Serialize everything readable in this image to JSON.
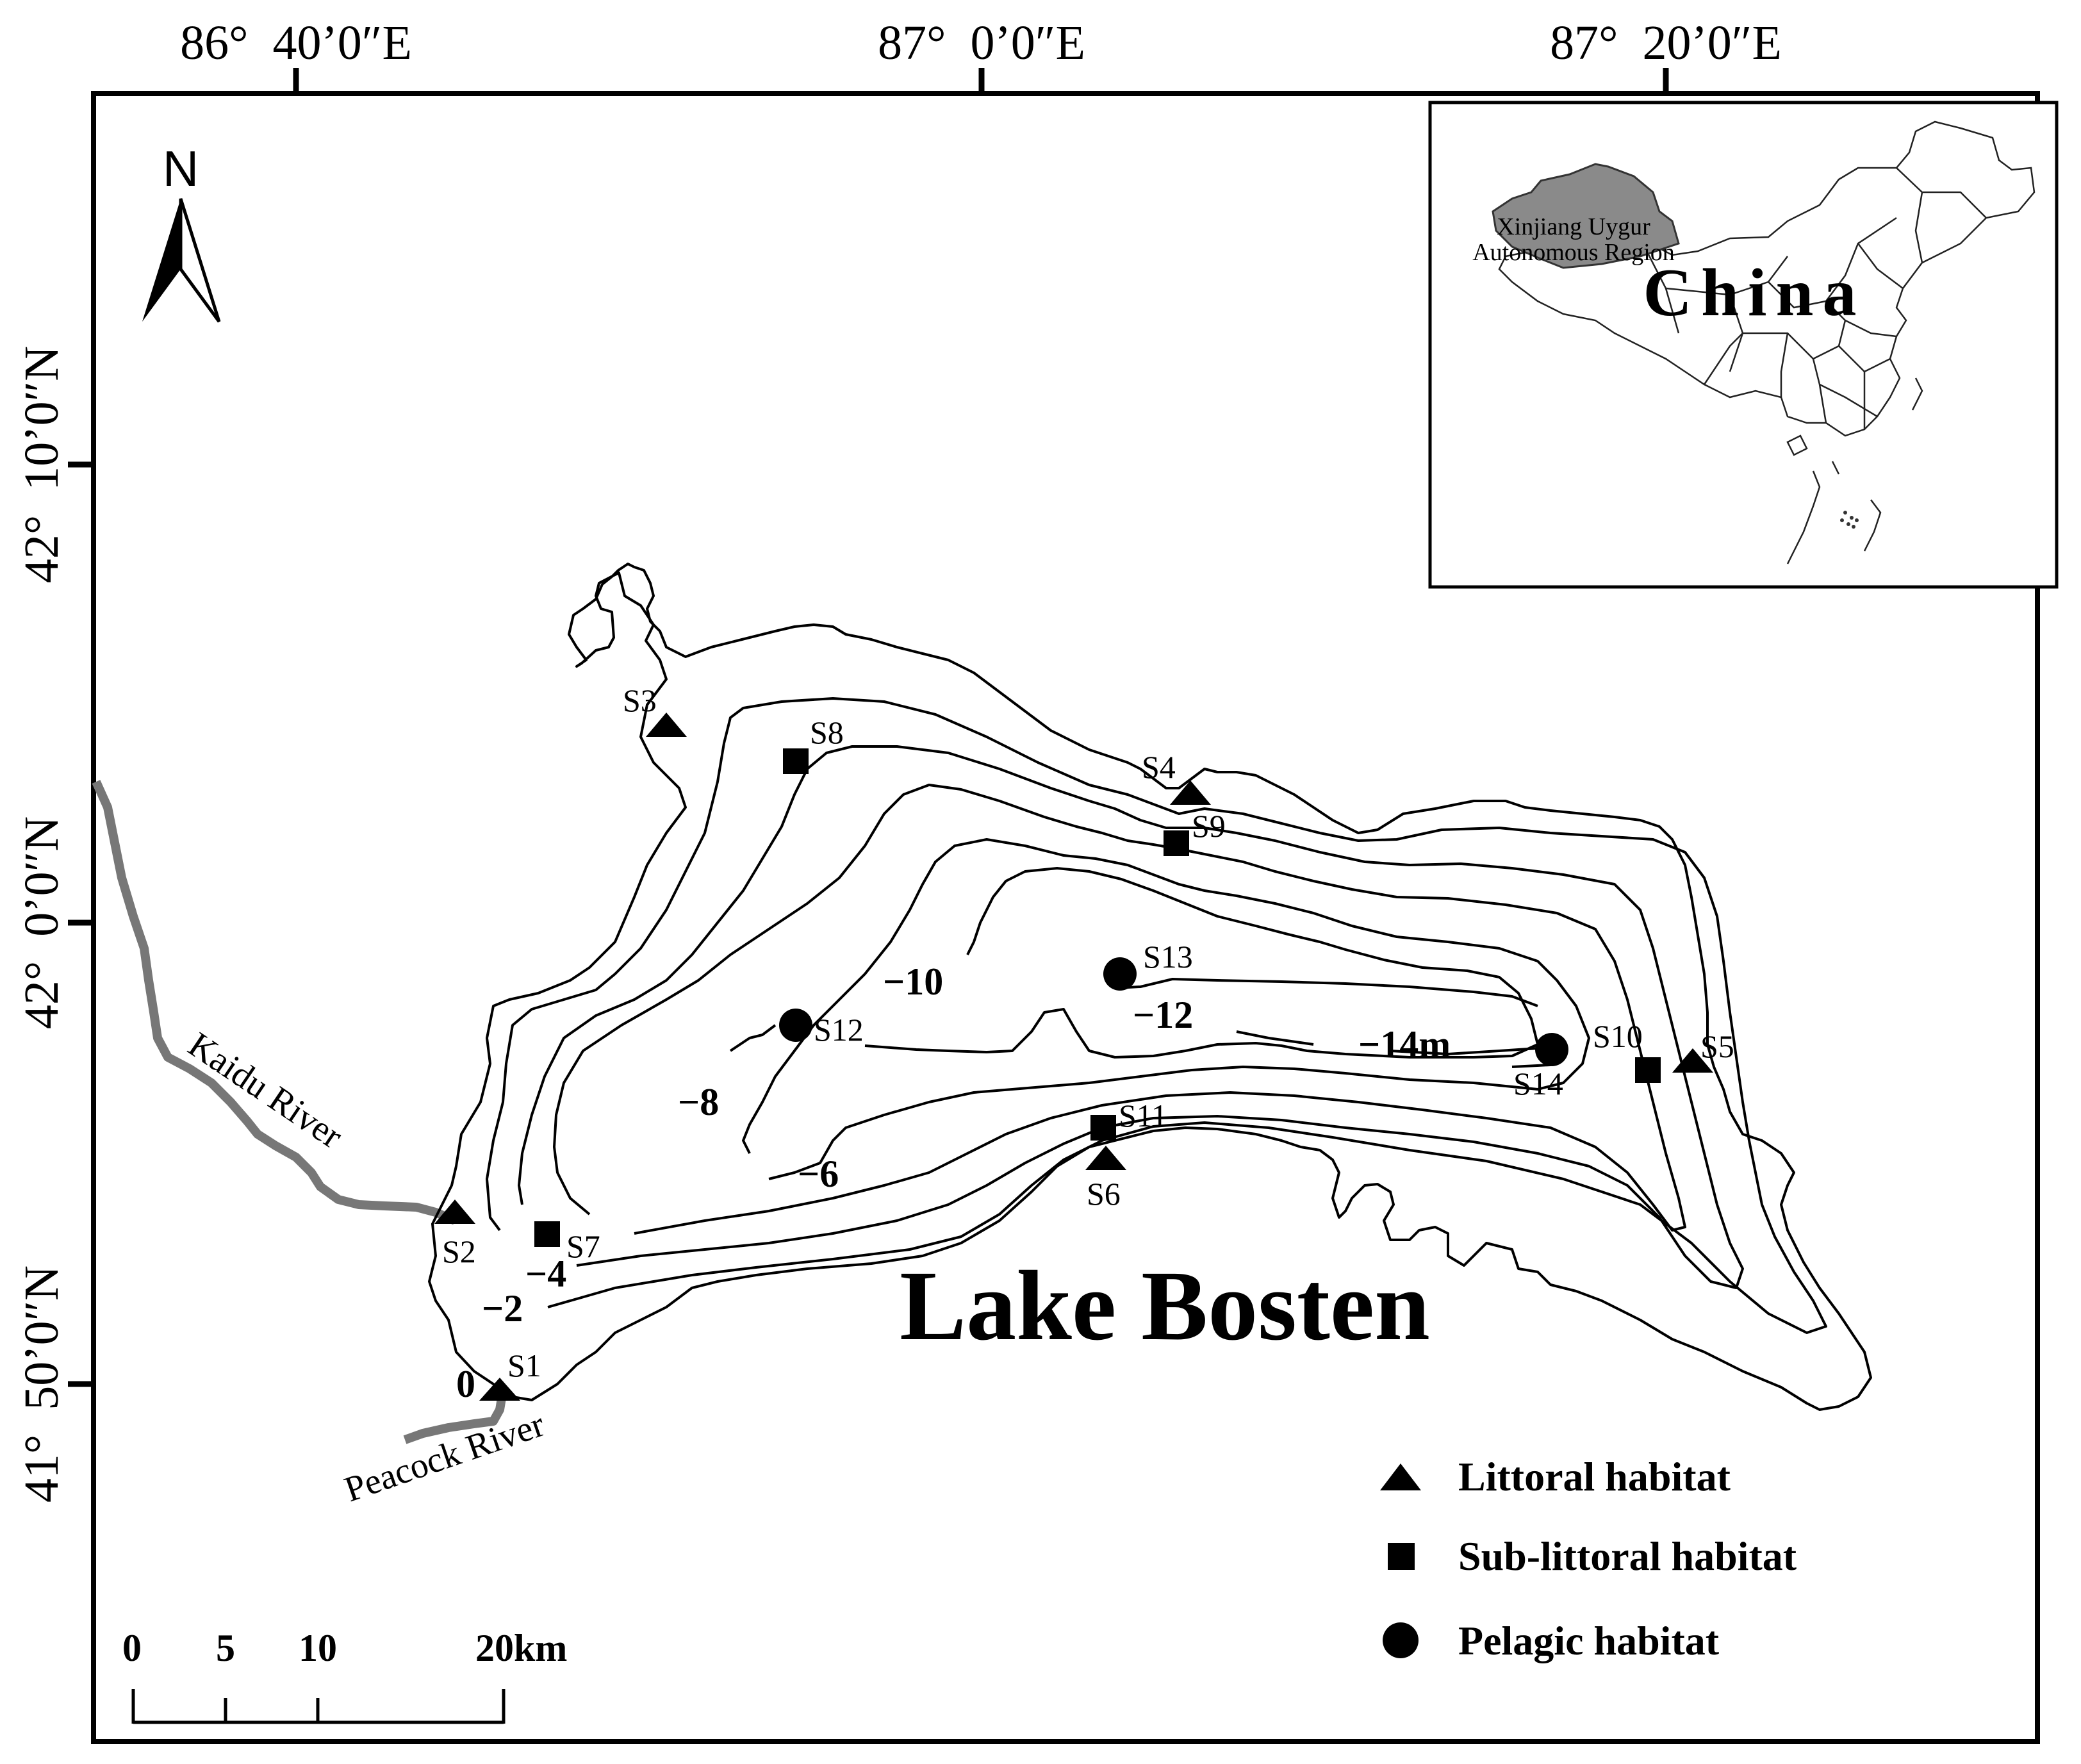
{
  "colors": {
    "ink": "#000000",
    "river": "#777777",
    "region_fill": "#8a8a8a",
    "background": "#ffffff"
  },
  "axes": {
    "top": [
      "86°  40’0″E",
      "87°  0’0″E",
      "87°  20’0″E"
    ],
    "left": [
      "42°  10’0″N",
      "42°  0’0″N",
      "41°  50’0″N"
    ]
  },
  "north_arrow": {
    "label": "N",
    "icon": "north-arrow-icon"
  },
  "inset": {
    "region_label_line1": "Xinjiang Uygur",
    "region_label_line2": "Autonomous Region",
    "country_label": "China"
  },
  "lake": {
    "title": "Lake Bosten"
  },
  "rivers": {
    "kaidu": "Kaidu River",
    "peacock": "Peacock River"
  },
  "depth_labels": {
    "d0": "0",
    "d2": "−2",
    "d4": "−4",
    "d6": "−6",
    "d8": "−8",
    "d10": "−10",
    "d12": "−12",
    "d14": "−14m"
  },
  "sites": {
    "s1": "S1",
    "s2": "S2",
    "s3": "S3",
    "s4": "S4",
    "s5": "S5",
    "s6": "S6",
    "s7": "S7",
    "s8": "S8",
    "s9": "S9",
    "s10": "S10",
    "s11": "S11",
    "s12": "S12",
    "s13": "S13",
    "s14": "S14"
  },
  "legend": {
    "littoral": "Littoral habitat",
    "sublittoral": "Sub-littoral habitat",
    "pelagic": "Pelagic habitat"
  },
  "scale_bar": {
    "t0": "0",
    "t5": "5",
    "t10": "10",
    "t20": "20km"
  }
}
